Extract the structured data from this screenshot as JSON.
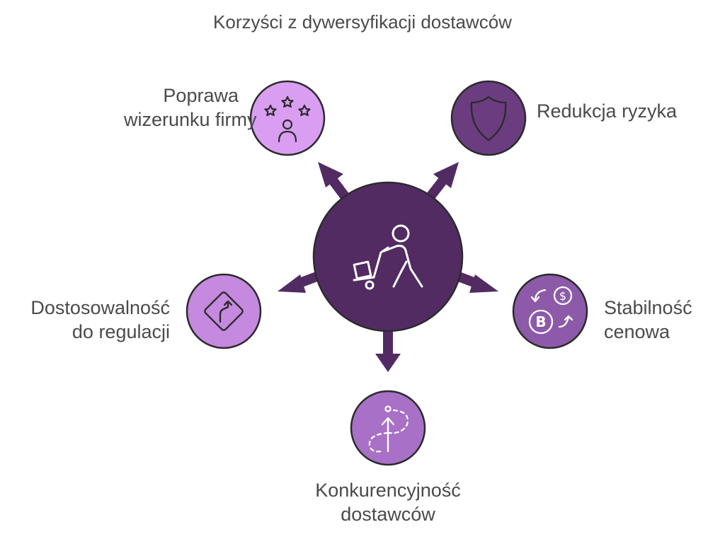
{
  "title": "Korzyści z dywersyfikacji dostawców",
  "center": {
    "icon": "person-pushing-hand-truck-icon",
    "color": "#522b63"
  },
  "nodes": [
    {
      "id": "reputation",
      "line1": "Poprawa",
      "line2": "wizerunku firmy",
      "icon": "stars-person-icon",
      "color": "#d99ef2"
    },
    {
      "id": "risk",
      "line1": "Redukcja ryzyka",
      "line2": "",
      "icon": "shield-icon",
      "color": "#6b3d80"
    },
    {
      "id": "price",
      "line1": "Stabilność",
      "line2": "cenowa",
      "icon": "currency-exchange-icon",
      "color": "#8c5aa8"
    },
    {
      "id": "competition",
      "line1": "Konkurencyjność",
      "line2": "dostawców",
      "icon": "path-arrow-icon",
      "color": "#a870c6"
    },
    {
      "id": "regulation",
      "line1": "Dostosowalność",
      "line2": "do regulacji",
      "icon": "road-sign-icon",
      "color": "#c589e0"
    }
  ],
  "colors": {
    "arrow": "#522b63",
    "outline": "#2b2b2b",
    "text": "#4a4a4a",
    "icon_stroke": "#ffffff",
    "icon_stroke_dark": "#2b2b2b"
  }
}
